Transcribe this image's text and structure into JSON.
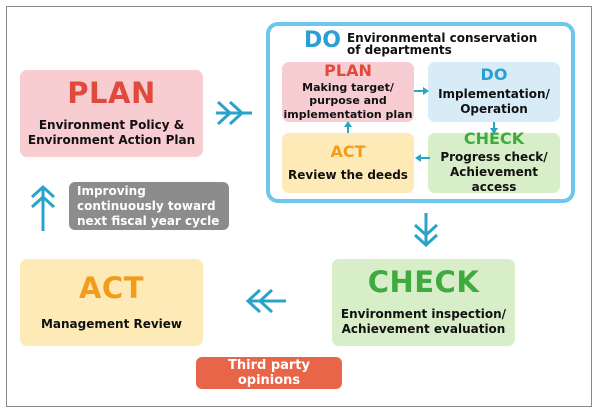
{
  "plan_main": {
    "title": "PLAN",
    "desc_line1": "Environment Policy &",
    "desc_line2": "Environment Action Plan"
  },
  "do_panel": {
    "title": "DO",
    "desc_line1": "Environmental conservation",
    "desc_line2": "of departments",
    "plan": {
      "title": "PLAN",
      "line1": "Making target/",
      "line2": "purpose and",
      "line3": "implementation plan"
    },
    "do": {
      "title": "DO",
      "line1": "Implementation/",
      "line2": "Operation"
    },
    "act": {
      "title": "ACT",
      "line1": "Review the  deeds"
    },
    "check": {
      "title": "CHECK",
      "line1": "Progress check/",
      "line2": "Achievement access"
    }
  },
  "check_main": {
    "title": "CHECK",
    "desc_line1": "Environment inspection/",
    "desc_line2": "Achievement evaluation"
  },
  "act_main": {
    "title": "ACT",
    "desc": "Management Review"
  },
  "improve_note": {
    "line1": "Improving",
    "line2": "continuously toward",
    "line3": "next fiscal year cycle"
  },
  "third_party": {
    "label": "Third party opinions"
  },
  "colors": {
    "arrow": "#2aa3c9",
    "do_border": "#6cc7ec",
    "plan": "#e04a3c",
    "check": "#3faa3f",
    "act": "#f39c1a",
    "do": "#2a9fd6"
  }
}
